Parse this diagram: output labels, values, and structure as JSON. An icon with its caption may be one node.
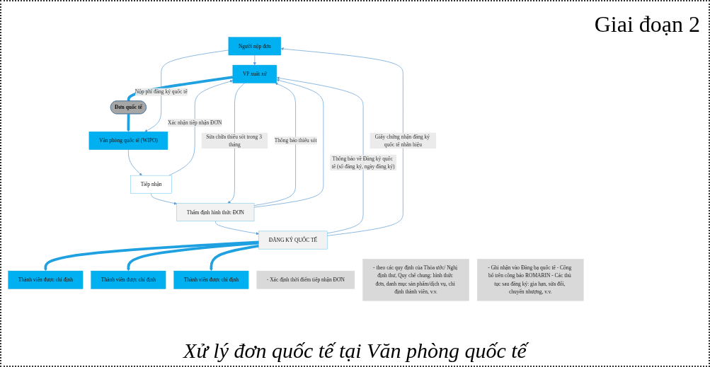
{
  "diagram": {
    "title": "Giai đoạn 2",
    "caption": "Xử lý đơn quốc tế tại Văn phòng quốc tế",
    "nodes": [
      {
        "text": [
          "Người nộp đơn"
        ]
      },
      {
        "text": [
          "VP xuất xứ"
        ]
      },
      {
        "text": [
          "Đơn quốc tế"
        ]
      },
      {
        "text": [
          "Văn phòng quốc tế (WIPO)"
        ]
      },
      {
        "text": [
          "Tiếp nhận"
        ]
      },
      {
        "text": [
          "- Xác định thời điểm tiếp nhận ĐƠN"
        ]
      },
      {
        "text": [
          "Thẩm định hình thức ĐƠN"
        ]
      },
      {
        "text": [
          "- theo các quy định của Thỏa ước/ Nghị định thư, Quy chế chung: hình thức đơn, danh mục sản phẩm/dịch vụ, chỉ định thành viên, v.v."
        ]
      },
      {
        "text": [
          "ĐĂNG KÝ QUỐC TẾ"
        ]
      },
      {
        "text": [
          "- Ghi nhận vào Đăng bạ quốc tế - Công bố trên công báo ROMARIN - Các thủ tục sau đăng ký: gia hạn, sửa đổi, chuyển nhượng, v.v."
        ]
      },
      {
        "text": [
          "Thành viên được chỉ định"
        ]
      },
      {
        "text": [
          "Thành viên được chỉ định"
        ]
      },
      {
        "text": [
          "Thành viên được chỉ định"
        ]
      }
    ],
    "edges": [
      {
        "from": 0,
        "to": 1,
        "arrow": "to"
      },
      {
        "from": 1,
        "to": 2,
        "arrow": "none",
        "style": "thick",
        "color": "#1fa0e0"
      },
      {
        "from": 2,
        "to": 3,
        "arrow": "to",
        "style": "thick",
        "color": "#1fa0e0"
      },
      {
        "from": 0,
        "to": 3,
        "arrow": "to",
        "label": "Nộp phí đăng ký quốc tế"
      },
      {
        "from": 3,
        "to": 4,
        "arrow": "to"
      },
      {
        "from": 4,
        "to": 1,
        "arrow": "to",
        "label": "Xác nhận tiếp nhận ĐƠN"
      },
      {
        "from": 4,
        "to": 6,
        "arrow": "to"
      },
      {
        "from": 6,
        "to": 1,
        "arrow": "to",
        "label": "Thông báo thiếu sót"
      },
      {
        "from": 1,
        "to": 6,
        "arrow": "to",
        "label": "Sửa chữa thiếu sót trong 3 tháng"
      },
      {
        "from": 6,
        "to": 1,
        "arrow": "to"
      },
      {
        "from": 6,
        "to": 8,
        "arrow": "to"
      },
      {
        "from": 8,
        "to": 1,
        "arrow": "to",
        "label": "Thông báo về Đăng ký quốc tế (số đăng ký, ngày đăng ký)"
      },
      {
        "from": 8,
        "to": 0,
        "arrow": "to",
        "label": "Giấy chứng nhận đăng ký quốc tế nhãn hiệu"
      },
      {
        "from": 8,
        "to": 10,
        "arrow": "to",
        "style": "thick",
        "color": "#1fa0e0"
      },
      {
        "from": 8,
        "to": 11,
        "arrow": "to",
        "style": "thick",
        "color": "#1fa0e0"
      },
      {
        "from": 8,
        "to": 12,
        "arrow": "to",
        "style": "thick",
        "color": "#1fa0e0"
      }
    ]
  }
}
